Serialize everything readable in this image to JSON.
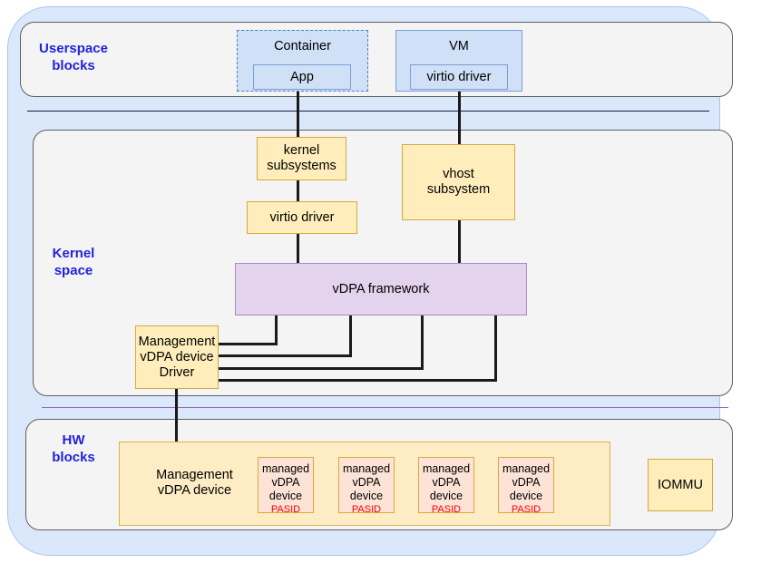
{
  "diagram": {
    "title": "vDPA architecture block diagram",
    "colors": {
      "frame_blue": "#dbe8fb",
      "panel_grey": "#f4f4f4",
      "label_blue": "#2222dd",
      "box_blue": "#cfe0f7",
      "box_yellow": "#ffeebb",
      "box_purple": "#e3d3ec",
      "box_peach": "#fde3d6",
      "pasid_red": "#ff0000",
      "divider_dark": "#16183b",
      "divider_purple": "#8b6fb0"
    }
  },
  "sections": {
    "userspace": {
      "label": "Userspace\nblocks",
      "label_line1": "Userspace",
      "label_line2": "blocks"
    },
    "kernel": {
      "label": "Kernel\nspace",
      "label_line1": "Kernel",
      "label_line2": "space"
    },
    "hw": {
      "label": "HW\nblocks",
      "label_line1": "HW",
      "label_line2": "blocks"
    }
  },
  "userspace": {
    "container": {
      "title": "Container",
      "border": "dashed"
    },
    "app": {
      "label": "App"
    },
    "vm": {
      "title": "VM",
      "border": "solid"
    },
    "vm_virtio_driver": {
      "label": "virtio driver"
    }
  },
  "kernel": {
    "kernel_subsystems": {
      "label": "kernel\nsubsystems",
      "line1": "kernel",
      "line2": "subsystems"
    },
    "virtio_driver": {
      "label": "virtio driver"
    },
    "vhost_subsystem": {
      "label": "vhost\nsubsystem",
      "line1": "vhost",
      "line2": "subsystem"
    },
    "vdpa_framework": {
      "label": "vDPA framework"
    },
    "mgmt_vdpa_driver": {
      "label": "Management vDPA device Driver",
      "line1": "Management",
      "line2": "vDPA device",
      "line3": "Driver"
    }
  },
  "hw": {
    "mgmt_vdpa_device": {
      "label": "Management vDPA device",
      "line1": "Management",
      "line2": "vDPA device"
    },
    "managed_devices": [
      {
        "line1": "managed",
        "line2": "vDPA",
        "line3": "device",
        "tag": "PASID"
      },
      {
        "line1": "managed",
        "line2": "vDPA",
        "line3": "device",
        "tag": "PASID"
      },
      {
        "line1": "managed",
        "line2": "vDPA",
        "line3": "device",
        "tag": "PASID"
      },
      {
        "line1": "managed",
        "line2": "vDPA",
        "line3": "device",
        "tag": "PASID"
      }
    ],
    "iommu": {
      "label": "IOMMU"
    }
  },
  "connections": [
    {
      "from": "app",
      "to": "kernel-subsystems"
    },
    {
      "from": "vm-virtio-driver",
      "to": "vhost-subsystem"
    },
    {
      "from": "kernel-subsystems",
      "to": "virtio-driver"
    },
    {
      "from": "virtio-driver",
      "to": "vdpa-framework"
    },
    {
      "from": "vhost-subsystem",
      "to": "vdpa-framework"
    },
    {
      "from": "vdpa-framework",
      "to": "mgmt-vdpa-driver"
    },
    {
      "from": "vdpa-framework",
      "to": "mgmt-vdpa-driver"
    },
    {
      "from": "vdpa-framework",
      "to": "mgmt-vdpa-driver"
    },
    {
      "from": "vdpa-framework",
      "to": "mgmt-vdpa-driver"
    },
    {
      "from": "mgmt-vdpa-driver",
      "to": "mgmt-vdpa-device"
    }
  ]
}
